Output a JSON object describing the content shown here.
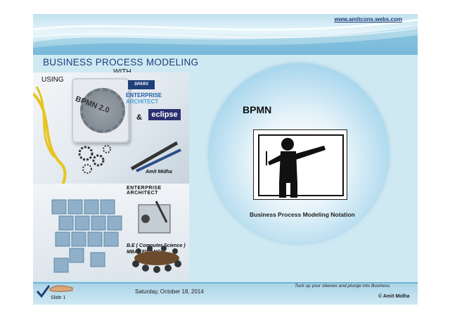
{
  "header": {
    "url": "www.amitcons.webs.com"
  },
  "left": {
    "title": "BUSINESS PROCESS MODELING",
    "with": "WITH",
    "using": "USING",
    "badge": "BPMN 2.0",
    "logo_sparx": "SPARX",
    "logo_ea_line1": "ENTERPRISE",
    "logo_ea_line2": "ARCHITECT",
    "amp": "&",
    "logo_eclipse": "eclipse",
    "author": "Amit Midha",
    "ea_label": "ENTERPRISE ARCHITECT",
    "edu_line1": "B.E ( Computer Science )",
    "edu_line2": "MBA ( FINANCE)"
  },
  "right": {
    "title": "BPMN",
    "subtitle": "Business Process Modeling Notation"
  },
  "footer": {
    "slide": "Slide 1",
    "date": "Saturday, October 18, 2014",
    "tagline": "Tuck up your sleeves and plunge into Business",
    "copyright": "© Amit Midha"
  }
}
